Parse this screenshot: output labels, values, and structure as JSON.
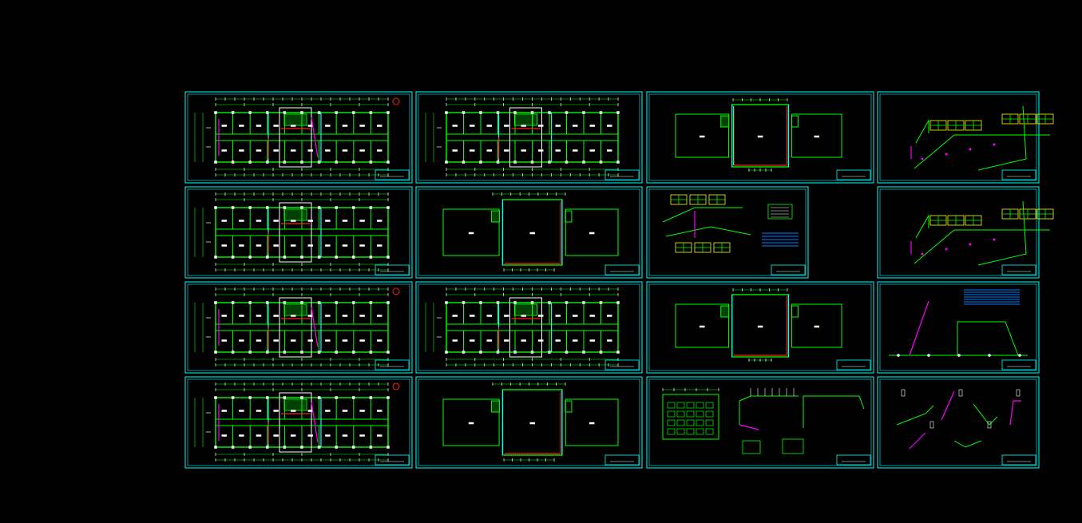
{
  "colors": {
    "background": "#000000",
    "border": "#00ffff",
    "wall": "#00ff00",
    "column": "#ffffff",
    "pipe_red": "#ff2020",
    "pipe_magenta": "#ff00ff",
    "pipe_yellow": "#ffff00",
    "pipe_blue": "#0080ff",
    "pipe_cyan": "#00ffff"
  },
  "sheets": [
    {
      "id": "r1c1",
      "kind": "plan-full",
      "accents": [
        "pipe_red",
        "pipe_magenta"
      ]
    },
    {
      "id": "r1c2",
      "kind": "plan-full",
      "accents": [
        "pipe_red"
      ]
    },
    {
      "id": "r1c3",
      "kind": "plan-roof",
      "accents": [
        "pipe_red",
        "pipe_yellow"
      ]
    },
    {
      "id": "r1c4",
      "kind": "iso-risers",
      "accents": [
        "pipe_magenta"
      ]
    },
    {
      "id": "r2c1",
      "kind": "plan-full",
      "accents": [
        "pipe_red"
      ]
    },
    {
      "id": "r2c2",
      "kind": "plan-roof-big",
      "accents": [
        "pipe_red"
      ]
    },
    {
      "id": "r2c3",
      "kind": "iso-legend",
      "accents": [
        "pipe_magenta",
        "pipe_blue"
      ]
    },
    {
      "id": "r2c4",
      "kind": "iso-risers",
      "accents": [
        "pipe_magenta"
      ]
    },
    {
      "id": "r3c1",
      "kind": "plan-full",
      "accents": [
        "pipe_red",
        "pipe_magenta"
      ]
    },
    {
      "id": "r3c2",
      "kind": "plan-full",
      "accents": [
        "pipe_red"
      ]
    },
    {
      "id": "r3c3",
      "kind": "plan-roof",
      "accents": [
        "pipe_red"
      ]
    },
    {
      "id": "r3c4",
      "kind": "iso-network",
      "accents": [
        "pipe_magenta",
        "pipe_blue"
      ]
    },
    {
      "id": "r4c1",
      "kind": "plan-full",
      "accents": [
        "pipe_red",
        "pipe_magenta"
      ]
    },
    {
      "id": "r4c2",
      "kind": "plan-roof-big",
      "accents": [
        "pipe_red"
      ]
    },
    {
      "id": "r4c3",
      "kind": "details",
      "accents": [
        "pipe_magenta"
      ]
    },
    {
      "id": "r4c4",
      "kind": "iso-details",
      "accents": [
        "pipe_magenta"
      ]
    }
  ]
}
